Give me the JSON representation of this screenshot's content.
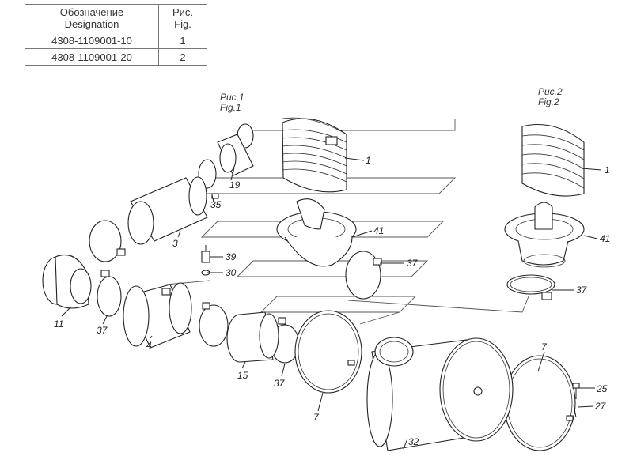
{
  "table": {
    "header": {
      "designation": "Обозначение\nDesignation",
      "fig": "Рис.\nFig."
    },
    "rows": [
      {
        "designation": "4308-1109001-10",
        "fig": "1"
      },
      {
        "designation": "4308-1109001-20",
        "fig": "2"
      }
    ]
  },
  "figures": {
    "fig1_ru": "Рис.1",
    "fig1_en": "Fig.1",
    "fig2_ru": "Рис.2",
    "fig2_en": "Fig.2"
  },
  "callouts": {
    "p1a": "1",
    "p1b": "1",
    "p19": "19",
    "p35": "35",
    "p3": "3",
    "p41a": "41",
    "p41b": "41",
    "p39": "39",
    "p30": "30",
    "p37a": "37",
    "p37b": "37",
    "p37c": "37",
    "p37d": "37",
    "p11": "11",
    "p4": "4",
    "p15": "15",
    "p7a": "7",
    "p7b": "7",
    "p32": "32",
    "p25": "25",
    "p27": "27"
  }
}
